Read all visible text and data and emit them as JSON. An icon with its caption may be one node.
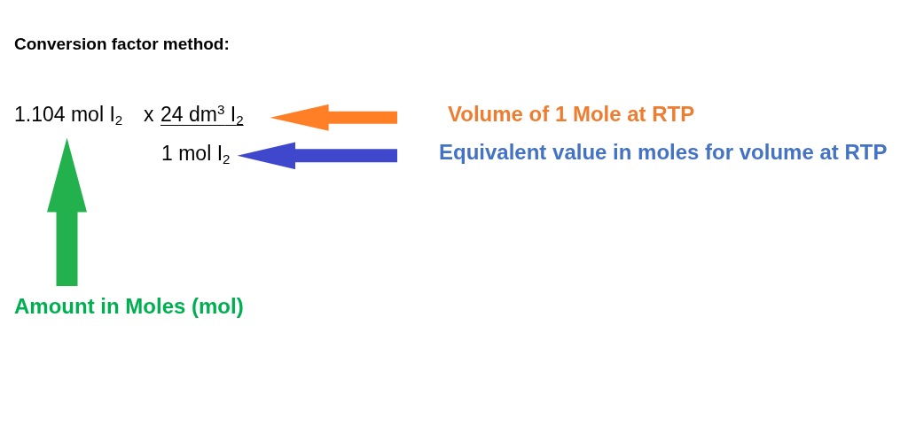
{
  "diagram": {
    "title": "Conversion factor method:",
    "nodes": [
      {
        "text": [
          "1.104 mol I$_{2}$"
        ]
      },
      {
        "text": [
          "24 dm$^{3}$ I$_{2}$"
        ]
      },
      {
        "text": [
          "Volume of 1 Mole at RTP"
        ]
      },
      {
        "text": [
          "1 mol I$_{2}$"
        ]
      },
      {
        "text": [
          "Equivalent value in moles for volume at RTP"
        ]
      },
      {
        "text": [
          "Amount in Moles (mol)"
        ]
      }
    ],
    "edges": [
      {
        "from": 2,
        "to": 1,
        "arrow": "to",
        "color": "#ff7f27"
      },
      {
        "from": 4,
        "to": 3,
        "arrow": "to",
        "color": "#3f48cc"
      },
      {
        "from": 5,
        "to": 0,
        "arrow": "to",
        "color": "#22b14c"
      }
    ],
    "labels": [
      "x"
    ]
  }
}
